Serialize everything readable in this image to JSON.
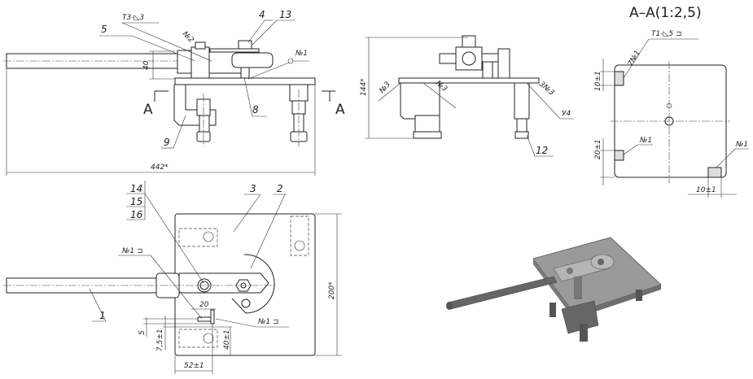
{
  "front_view": {
    "labels": {
      "weld_t3": "T3-◺3",
      "part_4": "4",
      "part_13": "13",
      "part_5": "5",
      "weld_n2": "№2",
      "weld_n1": "№1",
      "section_a_left": "A",
      "section_a_right": "A",
      "part_8": "8",
      "part_9": "9"
    },
    "dims": {
      "height_40": "40",
      "length_442": "442*"
    }
  },
  "side_view": {
    "labels": {
      "weld_n3_a": "№3",
      "weld_n3_b": "№3",
      "weld_3n3": "3№3",
      "mark_u4": "У4",
      "part_12": "12"
    },
    "dims": {
      "height_144": "144*"
    }
  },
  "section_view": {
    "title": "A–A(1:2,5)",
    "labels": {
      "weld_t1": "T1-◺5 ⊐",
      "weld_7n1": "7№1",
      "weld_n1_a": "№1",
      "weld_n1_b": "№1"
    },
    "dims": {
      "d10_top": "10±1",
      "d20": "20±1",
      "d10_bottom": "10±1"
    }
  },
  "top_view": {
    "labels": {
      "part_14": "14",
      "part_15": "15",
      "part_16": "16",
      "part_3": "3",
      "part_2": "2",
      "weld_n1_a": "№1 ⊐",
      "part_1": "1",
      "weld_n1_b": "№1 ⊐"
    },
    "dims": {
      "d20": "20",
      "d5": "5",
      "d7_5": "7,5±1",
      "d40": "40±1",
      "d52": "52±1",
      "d200": "200*"
    }
  }
}
